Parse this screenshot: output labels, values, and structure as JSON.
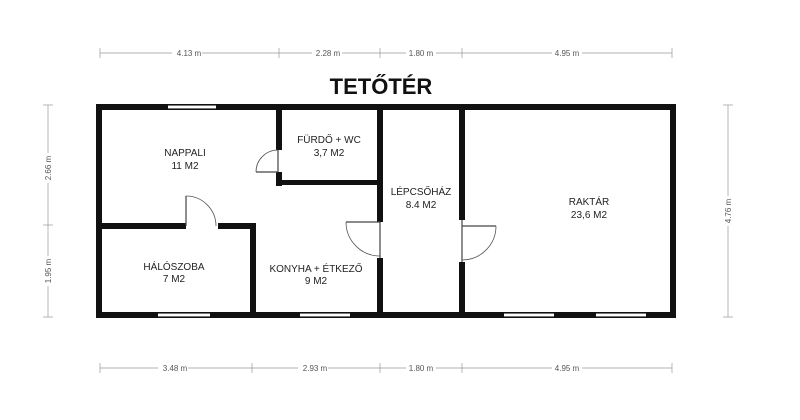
{
  "title": "TETŐTÉR",
  "dimensions": {
    "top": [
      "4.13 m",
      "2.28 m",
      "1.80 m",
      "4.95 m"
    ],
    "bottom": [
      "3.48 m",
      "2.93 m",
      "1.80 m",
      "4.95 m"
    ],
    "left": [
      "2.66 m",
      "1.95 m"
    ],
    "right": [
      "4.76 m"
    ]
  },
  "rooms": {
    "nappali": {
      "name": "NAPPALI",
      "area": "11 M2"
    },
    "furdo": {
      "name": "FÜRDŐ + WC",
      "area": "3,7 M2"
    },
    "lepcsohaz": {
      "name": "LÉPCSŐHÁZ",
      "area": "8.4 M2"
    },
    "raktar": {
      "name": "RAKTÁR",
      "area": "23,6 M2"
    },
    "haloszoba": {
      "name": "HÁLÓSZOBA",
      "area": "7 M2"
    },
    "konyha": {
      "name": "KONYHA + ÉTKEZŐ",
      "area": "9 M2"
    }
  },
  "colors": {
    "wall": "#111111",
    "background": "#ffffff"
  }
}
